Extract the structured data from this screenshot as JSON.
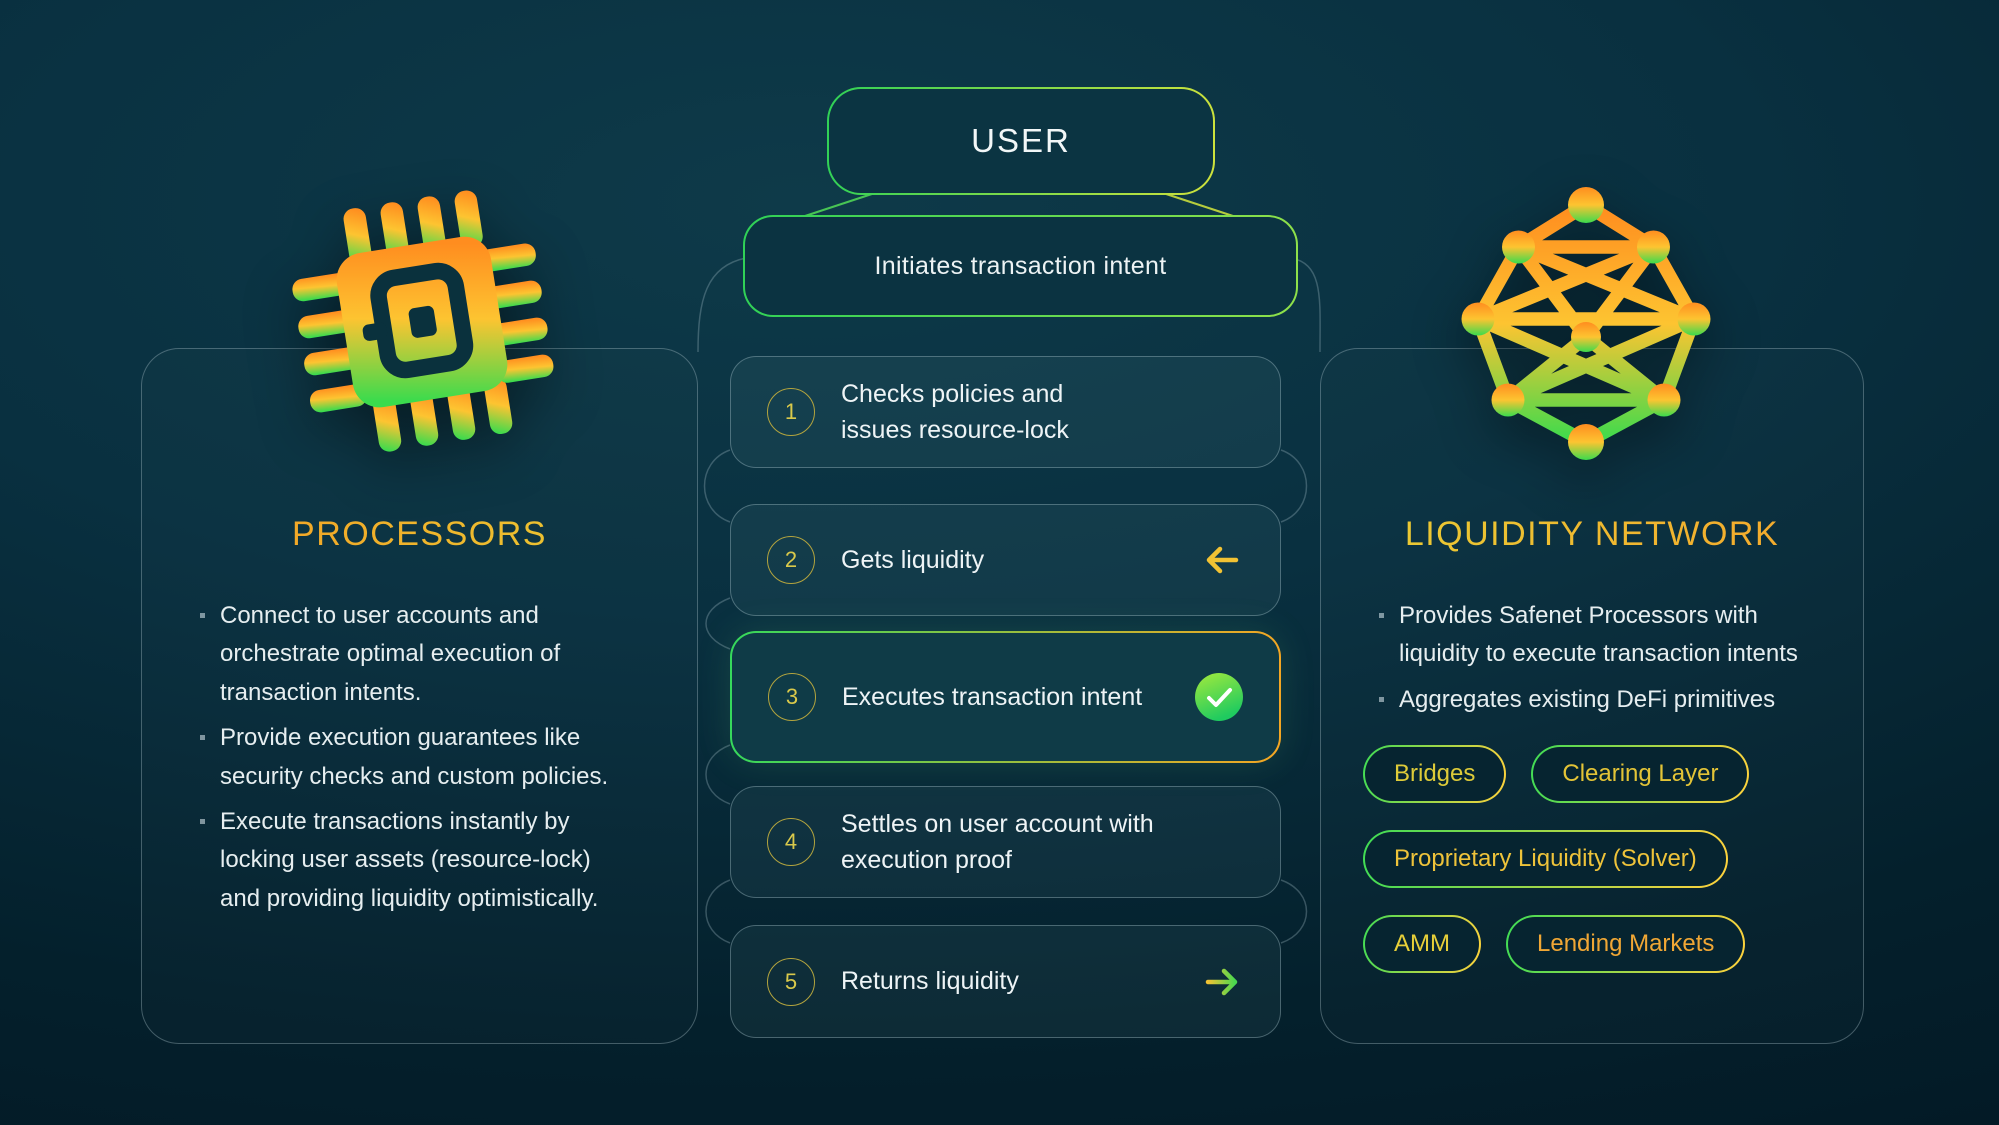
{
  "colors": {
    "background_top": "#0e3a49",
    "background_bottom": "#021420",
    "accent_green": "#2fd157",
    "accent_yellow": "#e9cf35",
    "accent_orange": "#f59a23",
    "text": "#eef4f6"
  },
  "flow": {
    "user_label": "USER",
    "intent_label": "Initiates transaction intent"
  },
  "steps": [
    {
      "num": "1",
      "label": "Checks policies and\nissues resource-lock",
      "icon": "none"
    },
    {
      "num": "2",
      "label": "Gets liquidity",
      "icon": "arrow-left"
    },
    {
      "num": "3",
      "label": "Executes transaction intent",
      "icon": "check",
      "highlighted": true
    },
    {
      "num": "4",
      "label": "Settles on user account with\nexecution proof",
      "icon": "none"
    },
    {
      "num": "5",
      "label": "Returns liquidity",
      "icon": "arrow-right"
    }
  ],
  "processors": {
    "title": "PROCESSORS",
    "icon": "processor-chip-icon",
    "bullets": [
      "Connect to user accounts and\norchestrate optimal execution of\ntransaction intents.",
      "Provide execution guarantees like\nsecurity checks and custom policies.",
      "Execute transactions instantly by\nlocking user assets (resource-lock)\nand providing liquidity optimistically."
    ]
  },
  "liquidity": {
    "title": "LIQUIDITY NETWORK",
    "icon": "liquidity-network-icon",
    "bullets": [
      "Provides Safenet Processors with\nliquidity to execute transaction intents",
      "Aggregates existing DeFi primitives"
    ],
    "tags": [
      {
        "label": "Bridges",
        "color": "#ddcb39"
      },
      {
        "label": "Clearing Layer",
        "color": "#e3c437"
      },
      {
        "label": "Proprietary Liquidity (Solver)",
        "color": "#eec33a"
      },
      {
        "label": "AMM",
        "color": "#e6cf39"
      },
      {
        "label": "Lending Markets",
        "color": "#f0a735"
      }
    ]
  }
}
